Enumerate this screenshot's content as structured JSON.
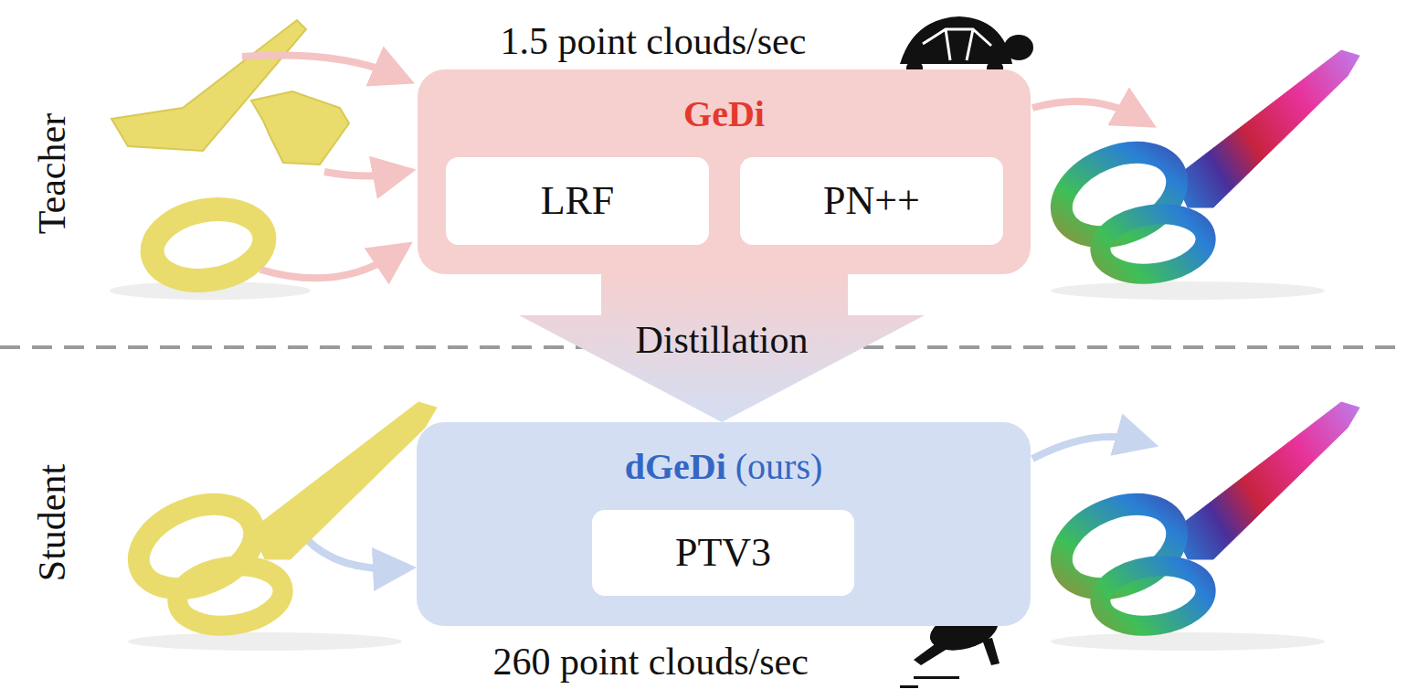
{
  "diagram": {
    "nodes": [
      {
        "text": [
          "GeDi"
        ]
      },
      {
        "text": [
          "LRF"
        ],
        "in": 0
      },
      {
        "text": [
          "PN++"
        ],
        "in": 0
      },
      {
        "text": [
          "Distillation"
        ]
      },
      {
        "text": [
          "dGeDi",
          "(ours)"
        ]
      },
      {
        "text": [
          "PTV3"
        ],
        "in": 4
      }
    ],
    "labels": [
      "Teacher",
      "Student",
      "1.5 point clouds/sec",
      "260 point clouds/sec"
    ]
  }
}
